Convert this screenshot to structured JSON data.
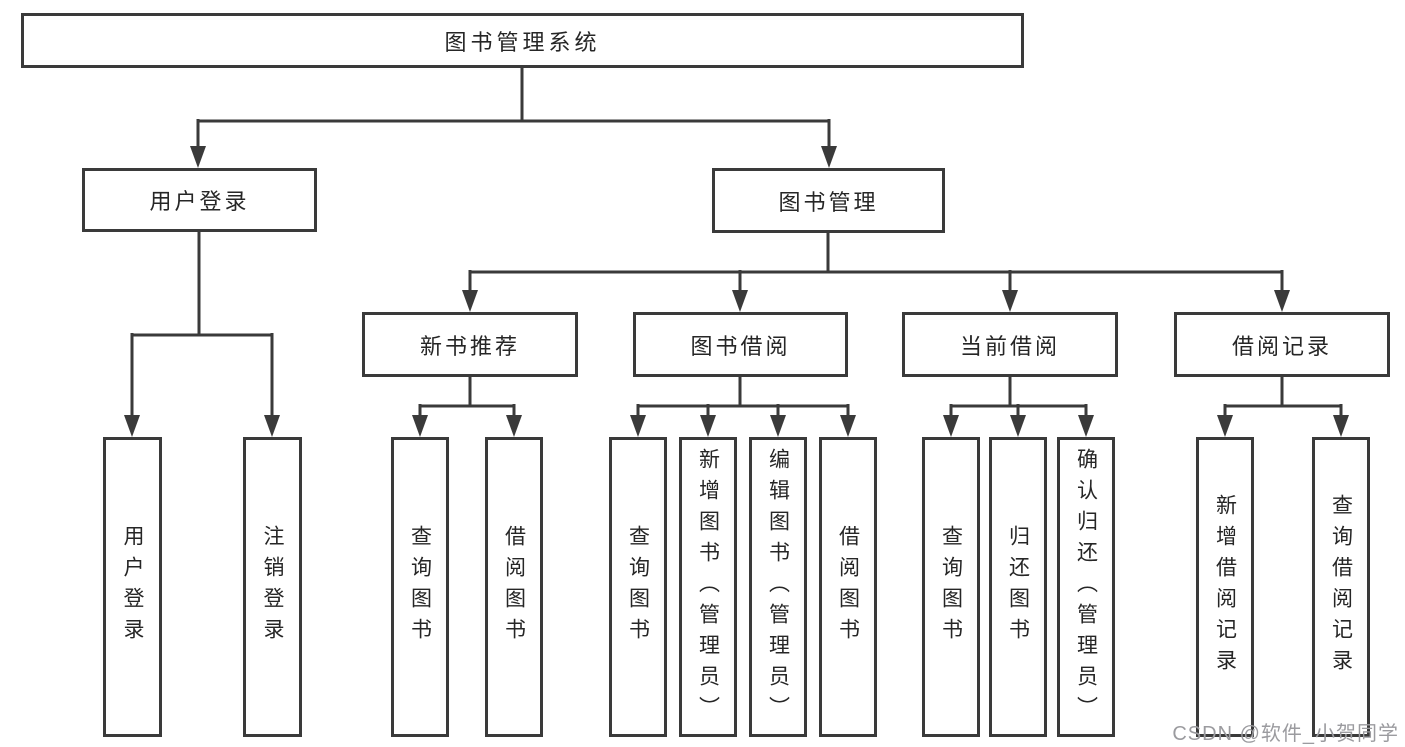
{
  "diagram": {
    "root": "图书管理系统",
    "level2": {
      "user_login": "用户登录",
      "book_management": "图书管理"
    },
    "level3": {
      "new_book_recommend": "新书推荐",
      "book_borrowing": "图书借阅",
      "current_borrowing": "当前借阅",
      "borrowing_records": "借阅记录"
    },
    "leaves": {
      "user_login": "用户登录",
      "logout_login": "注销登录",
      "recommend_query_books": "查询图书",
      "recommend_borrow_books": "借阅图书",
      "borrowing_query_books": "查询图书",
      "borrowing_add_books_admin": "新增图书（管理员）",
      "borrowing_edit_books_admin": "编辑图书（管理员）",
      "borrowing_borrow_books": "借阅图书",
      "current_query_books": "查询图书",
      "current_return_books": "归还图书",
      "current_confirm_return_admin": "确认归还（管理员）",
      "records_add_borrow_record": "新增借阅记录",
      "records_query_borrow_record": "查询借阅记录"
    },
    "watermark": "CSDN @软件_小贺同学",
    "colors": {
      "line": "#3a3a3a",
      "text": "#262626",
      "watermark": "#9b9b9f",
      "background": "#ffffff"
    }
  }
}
